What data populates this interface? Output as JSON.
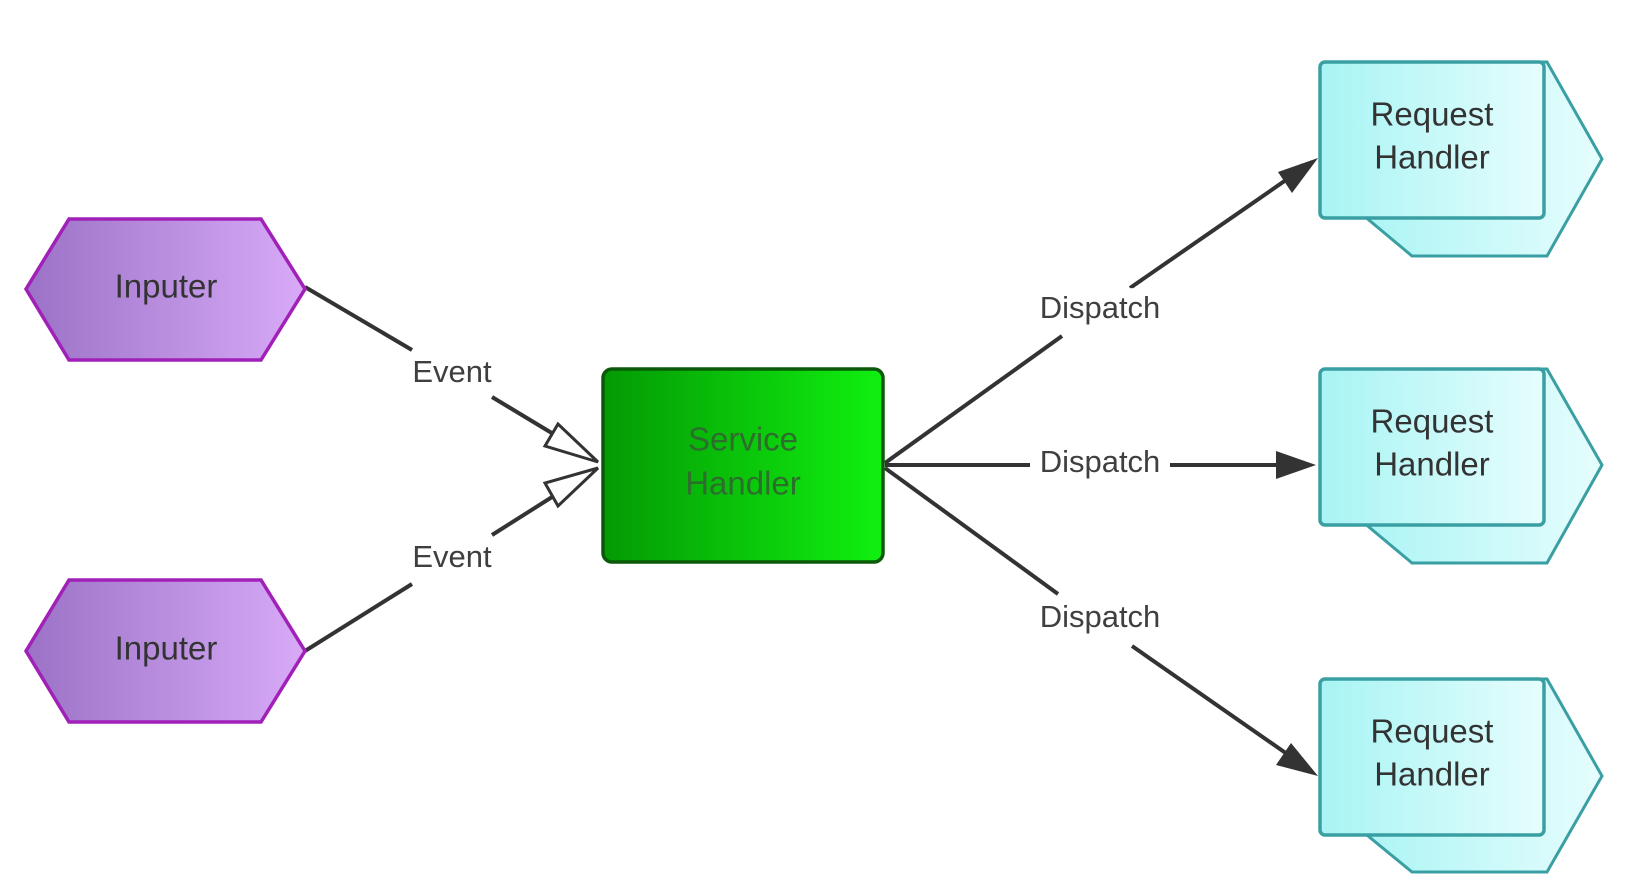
{
  "nodes": {
    "inputer_top": {
      "label": "Inputer"
    },
    "inputer_bottom": {
      "label": "Inputer"
    },
    "service_handler": {
      "line1": "Service",
      "line2": "Handler"
    },
    "request_handler_top": {
      "line1": "Request",
      "line2": "Handler"
    },
    "request_handler_middle": {
      "line1": "Request",
      "line2": "Handler"
    },
    "request_handler_bottom": {
      "line1": "Request",
      "line2": "Handler"
    }
  },
  "edges": {
    "event_top": {
      "label": "Event"
    },
    "event_bottom": {
      "label": "Event"
    },
    "dispatch_top": {
      "label": "Dispatch"
    },
    "dispatch_middle": {
      "label": "Dispatch"
    },
    "dispatch_bottom": {
      "label": "Dispatch"
    }
  },
  "colors": {
    "inputer_fill_dark": "#9b72c6",
    "inputer_fill_light": "#d8aaf8",
    "inputer_stroke": "#a020b8",
    "service_fill_dark": "#049a04",
    "service_fill_light": "#10f010",
    "service_stroke": "#0a5a0a",
    "service_text": "#2d6e2d",
    "request_fill_light": "#e6fdfd",
    "request_fill_dark": "#a8f4f4",
    "request_stroke": "#3a9fa3",
    "edge_stroke": "#333333",
    "label_text": "#3f3f3f"
  }
}
